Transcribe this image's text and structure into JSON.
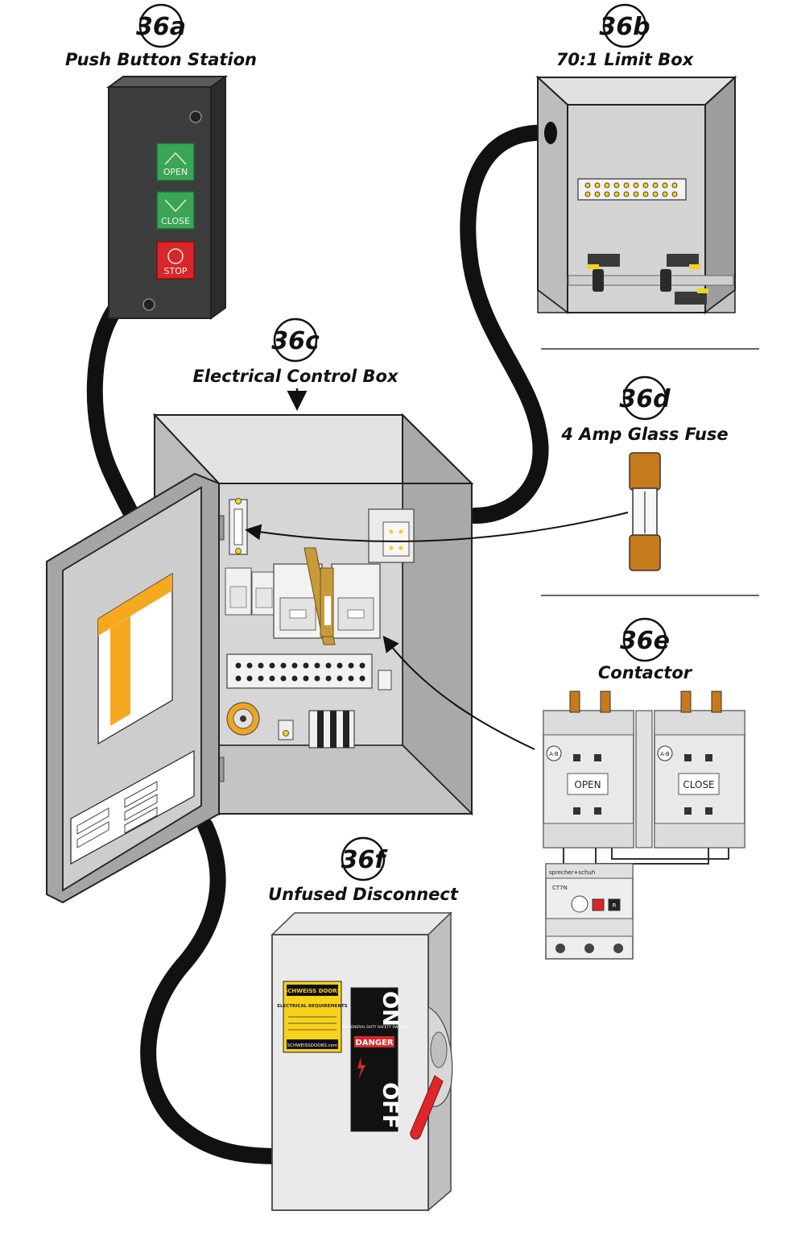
{
  "callouts": {
    "a": {
      "id": "36a",
      "title": "Push Button Station"
    },
    "b": {
      "id": "36b",
      "title": "70:1 Limit Box"
    },
    "c": {
      "id": "36c",
      "title": "Electrical Control Box"
    },
    "d": {
      "id": "36d",
      "title": "4 Amp Glass Fuse"
    },
    "e": {
      "id": "36e",
      "title": "Contactor"
    },
    "f": {
      "id": "36f",
      "title": "Unfused Disconnect"
    }
  },
  "push_buttons": {
    "open": "OPEN",
    "close": "CLOSE",
    "stop": "STOP"
  },
  "contactor": {
    "open_label": "OPEN",
    "close_label": "CLOSE",
    "brand": "A-B",
    "overload_model": "CT7N",
    "overload_maker": "sprecher+schuh",
    "reset": "R"
  },
  "disconnect": {
    "on": "ON",
    "off": "OFF",
    "danger": "DANGER",
    "switch_name": "GE GENERAL DUTY SAFETY SWITCH",
    "sticker_brand": "SCHWEISS DOORS",
    "sticker_title": "ELECTRICAL REQUIREMENTS",
    "sticker_web": "SCHWEISSDOORS.com"
  },
  "colors": {
    "button_green": "#3aa655",
    "button_red": "#d9262b",
    "cable": "#111111",
    "box_gray": "#c9c9c9",
    "fuse_cap": "#c77a1c",
    "door_label_orange": "#f6a821",
    "handle_red": "#e0262b"
  }
}
